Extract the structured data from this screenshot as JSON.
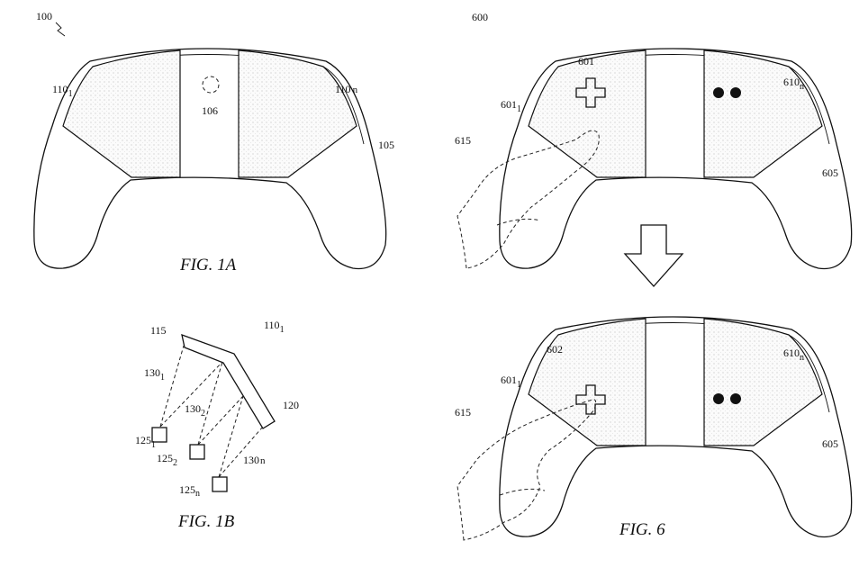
{
  "fig1a": {
    "caption": "FIG. 1A",
    "labels": {
      "device": {
        "base": "100"
      },
      "panel_left": {
        "base": "110",
        "sub": "1"
      },
      "sensor": {
        "base": "106"
      },
      "panel_right": {
        "base": "110",
        "sub": "n"
      },
      "housing": {
        "base": "105"
      }
    }
  },
  "fig1b": {
    "caption": "FIG. 1B",
    "labels": {
      "edge_top": {
        "base": "115"
      },
      "panel": {
        "base": "110",
        "sub": "1"
      },
      "ray1": {
        "base": "130",
        "sub": "1"
      },
      "ray2": {
        "base": "130",
        "sub": "2"
      },
      "edge_bottom": {
        "base": "120"
      },
      "emitter1": {
        "base": "125",
        "sub": "1"
      },
      "emitter2": {
        "base": "125",
        "sub": "2"
      },
      "rayn": {
        "base": "130",
        "sub": "n"
      },
      "emittern": {
        "base": "125",
        "sub": "n"
      }
    }
  },
  "fig6": {
    "caption": "FIG. 6",
    "top": {
      "device": {
        "base": "600"
      },
      "dpad": {
        "base": "601"
      },
      "panel_left": {
        "base": "601",
        "sub": "1"
      },
      "panel_right": {
        "base": "610",
        "sub": "n"
      },
      "hand": {
        "base": "615"
      },
      "housing": {
        "base": "605"
      }
    },
    "bottom": {
      "dpad_moved": {
        "base": "602"
      },
      "panel_left": {
        "base": "601",
        "sub": "1"
      },
      "panel_right": {
        "base": "610",
        "sub": "n"
      },
      "hand": {
        "base": "615"
      },
      "housing": {
        "base": "605"
      }
    }
  }
}
